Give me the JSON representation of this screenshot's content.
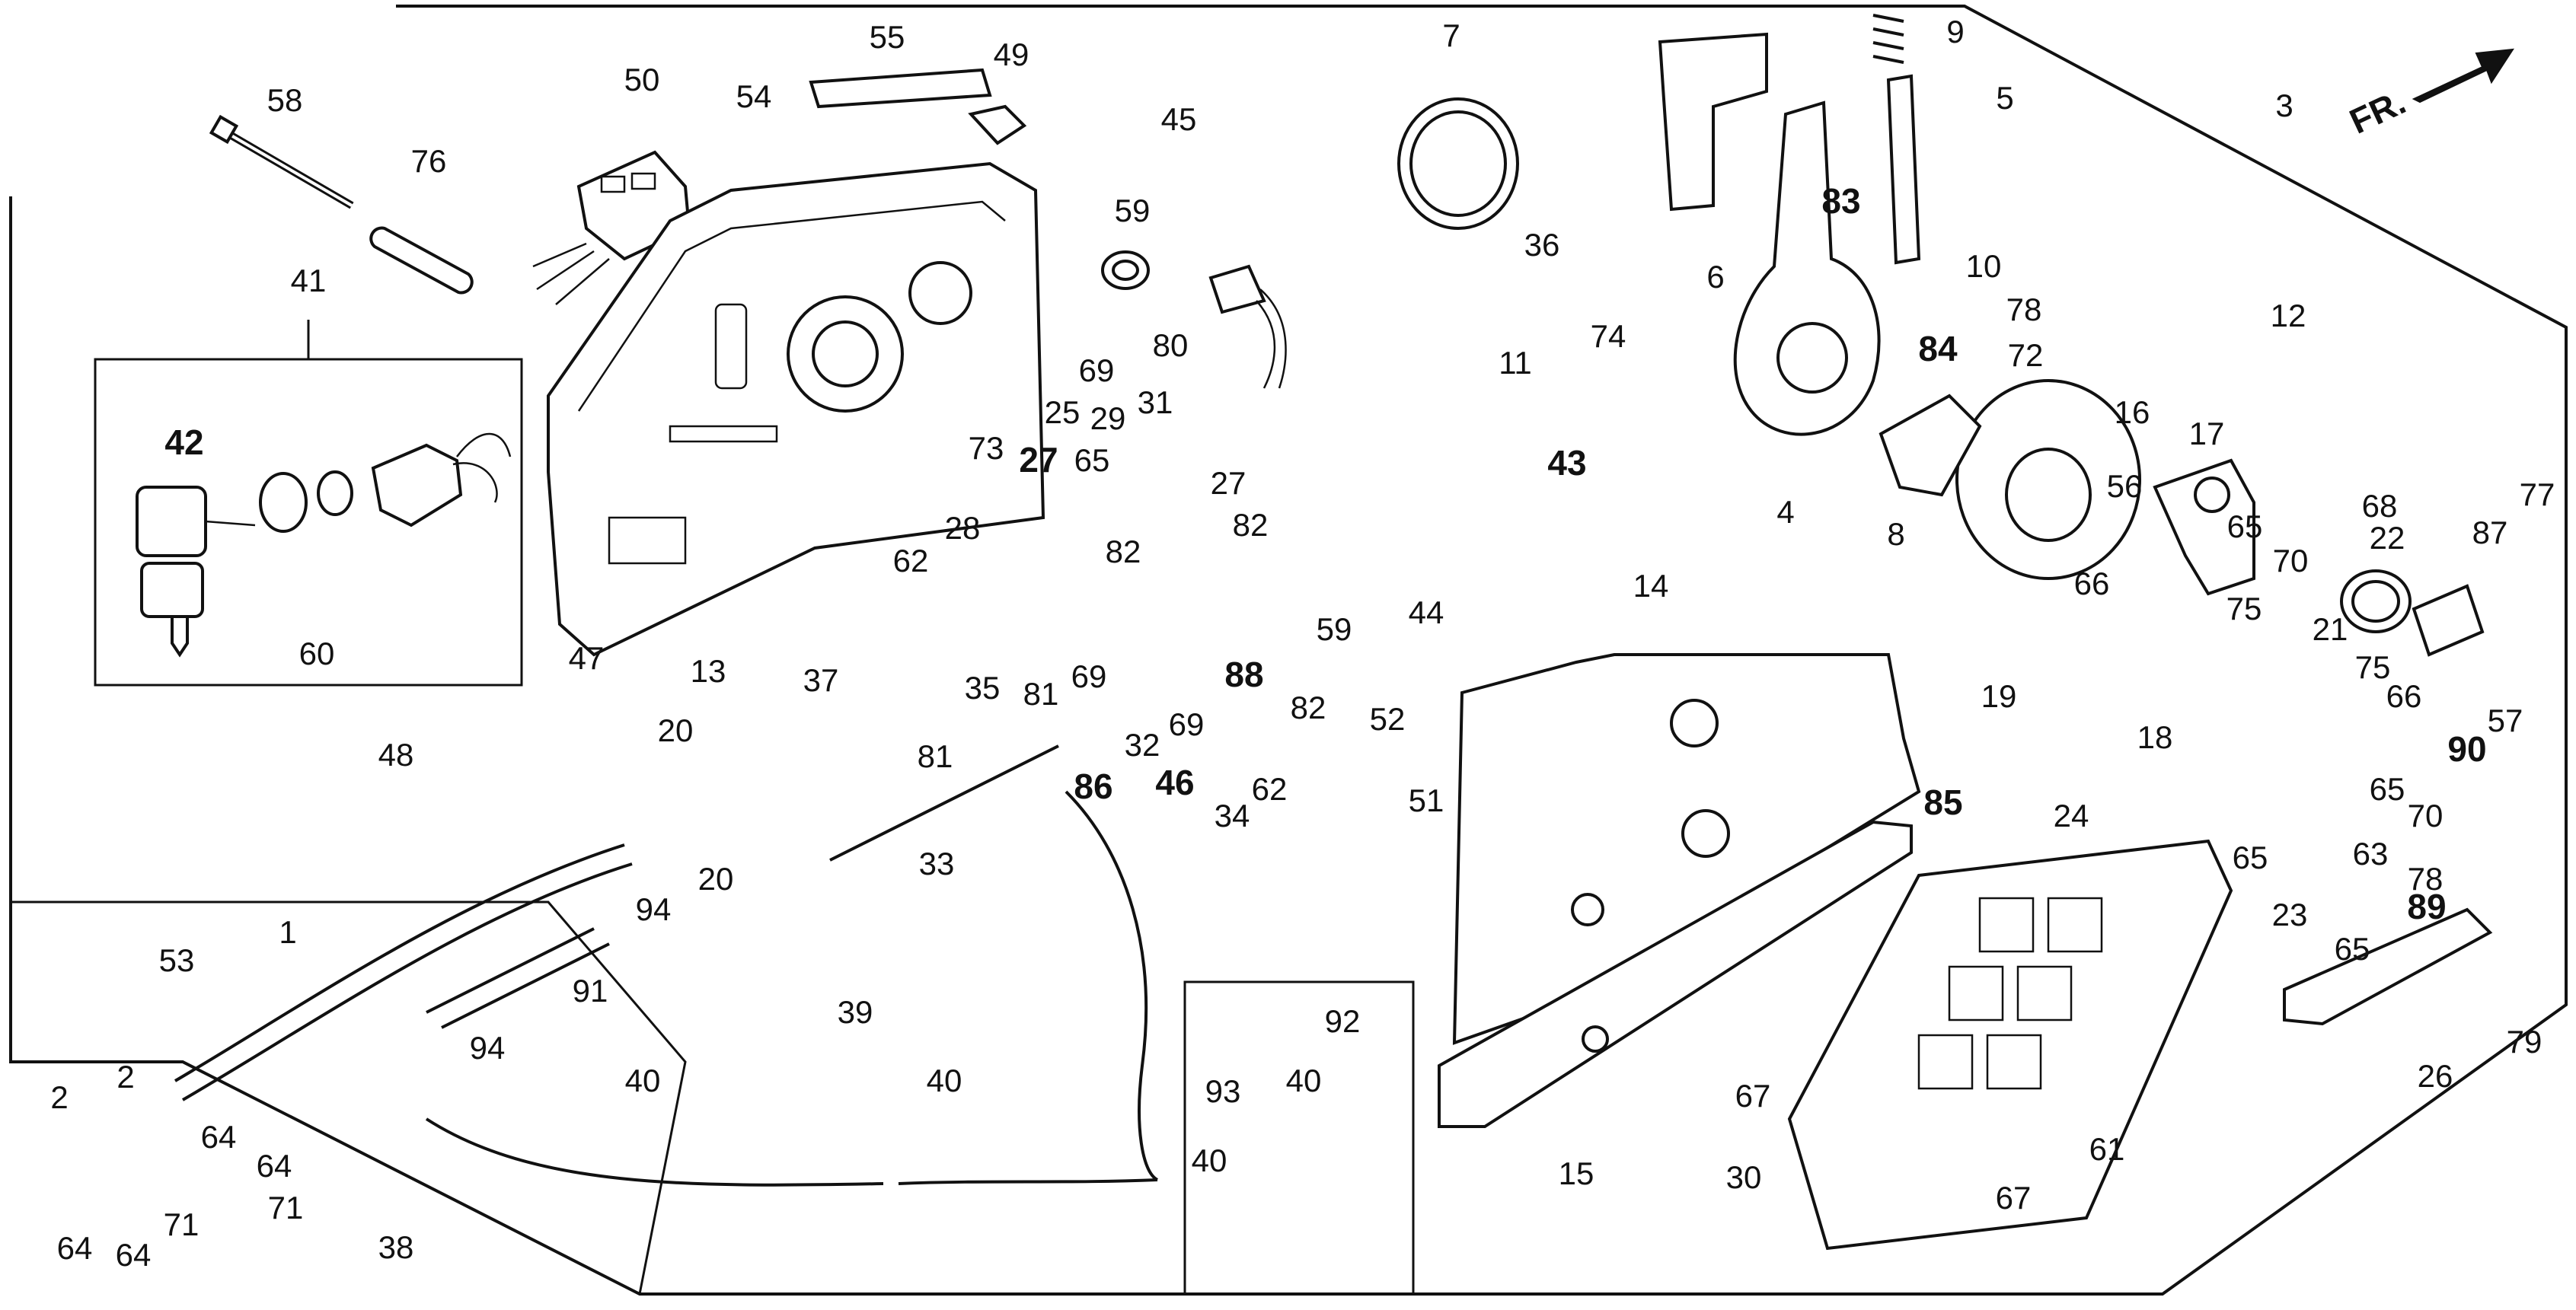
{
  "figure": {
    "type": "exploded-parts-diagram",
    "orientation_label": "FR."
  },
  "callouts": [
    {
      "id": "c1",
      "text": "1"
    },
    {
      "id": "c2a",
      "text": "2"
    },
    {
      "id": "c2b",
      "text": "2"
    },
    {
      "id": "c3",
      "text": "3"
    },
    {
      "id": "c4",
      "text": "4"
    },
    {
      "id": "c5",
      "text": "5"
    },
    {
      "id": "c6",
      "text": "6"
    },
    {
      "id": "c7",
      "text": "7"
    },
    {
      "id": "c8",
      "text": "8"
    },
    {
      "id": "c9",
      "text": "9"
    },
    {
      "id": "c10",
      "text": "10"
    },
    {
      "id": "c11",
      "text": "11"
    },
    {
      "id": "c12",
      "text": "12"
    },
    {
      "id": "c13",
      "text": "13"
    },
    {
      "id": "c14",
      "text": "14"
    },
    {
      "id": "c15",
      "text": "15"
    },
    {
      "id": "c16",
      "text": "16"
    },
    {
      "id": "c17",
      "text": "17"
    },
    {
      "id": "c18",
      "text": "18"
    },
    {
      "id": "c19",
      "text": "19"
    },
    {
      "id": "c20a",
      "text": "20"
    },
    {
      "id": "c20b",
      "text": "20"
    },
    {
      "id": "c21",
      "text": "21"
    },
    {
      "id": "c22",
      "text": "22"
    },
    {
      "id": "c23",
      "text": "23"
    },
    {
      "id": "c24",
      "text": "24"
    },
    {
      "id": "c25",
      "text": "25"
    },
    {
      "id": "c26",
      "text": "26"
    },
    {
      "id": "c27a",
      "text": "27"
    },
    {
      "id": "c27b",
      "text": "27"
    },
    {
      "id": "c28",
      "text": "28"
    },
    {
      "id": "c29",
      "text": "29"
    },
    {
      "id": "c30",
      "text": "30"
    },
    {
      "id": "c31",
      "text": "31"
    },
    {
      "id": "c32",
      "text": "32"
    },
    {
      "id": "c33",
      "text": "33"
    },
    {
      "id": "c34",
      "text": "34"
    },
    {
      "id": "c35",
      "text": "35"
    },
    {
      "id": "c36",
      "text": "36"
    },
    {
      "id": "c37",
      "text": "37"
    },
    {
      "id": "c38",
      "text": "38"
    },
    {
      "id": "c39",
      "text": "39"
    },
    {
      "id": "c40a",
      "text": "40"
    },
    {
      "id": "c40b",
      "text": "40"
    },
    {
      "id": "c40c",
      "text": "40"
    },
    {
      "id": "c40d",
      "text": "40"
    },
    {
      "id": "c41",
      "text": "41"
    },
    {
      "id": "c42",
      "text": "42"
    },
    {
      "id": "c43",
      "text": "43"
    },
    {
      "id": "c44",
      "text": "44"
    },
    {
      "id": "c45",
      "text": "45"
    },
    {
      "id": "c46",
      "text": "46"
    },
    {
      "id": "c47",
      "text": "47"
    },
    {
      "id": "c48",
      "text": "48"
    },
    {
      "id": "c49",
      "text": "49"
    },
    {
      "id": "c50",
      "text": "50"
    },
    {
      "id": "c51",
      "text": "51"
    },
    {
      "id": "c52",
      "text": "52"
    },
    {
      "id": "c53",
      "text": "53"
    },
    {
      "id": "c54",
      "text": "54"
    },
    {
      "id": "c55",
      "text": "55"
    },
    {
      "id": "c56",
      "text": "56"
    },
    {
      "id": "c57",
      "text": "57"
    },
    {
      "id": "c58",
      "text": "58"
    },
    {
      "id": "c59a",
      "text": "59"
    },
    {
      "id": "c59b",
      "text": "59"
    },
    {
      "id": "c60",
      "text": "60"
    },
    {
      "id": "c61",
      "text": "61"
    },
    {
      "id": "c62a",
      "text": "62"
    },
    {
      "id": "c62b",
      "text": "62"
    },
    {
      "id": "c63",
      "text": "63"
    },
    {
      "id": "c64a",
      "text": "64"
    },
    {
      "id": "c64b",
      "text": "64"
    },
    {
      "id": "c64c",
      "text": "64"
    },
    {
      "id": "c64d",
      "text": "64"
    },
    {
      "id": "c65a",
      "text": "65"
    },
    {
      "id": "c65b",
      "text": "65"
    },
    {
      "id": "c65c",
      "text": "65"
    },
    {
      "id": "c65d",
      "text": "65"
    },
    {
      "id": "c65e",
      "text": "65"
    },
    {
      "id": "c66a",
      "text": "66"
    },
    {
      "id": "c66b",
      "text": "66"
    },
    {
      "id": "c67a",
      "text": "67"
    },
    {
      "id": "c67b",
      "text": "67"
    },
    {
      "id": "c68",
      "text": "68"
    },
    {
      "id": "c69a",
      "text": "69"
    },
    {
      "id": "c69b",
      "text": "69"
    },
    {
      "id": "c69c",
      "text": "69"
    },
    {
      "id": "c70a",
      "text": "70"
    },
    {
      "id": "c70b",
      "text": "70"
    },
    {
      "id": "c71a",
      "text": "71"
    },
    {
      "id": "c71b",
      "text": "71"
    },
    {
      "id": "c72",
      "text": "72"
    },
    {
      "id": "c73",
      "text": "73"
    },
    {
      "id": "c74",
      "text": "74"
    },
    {
      "id": "c75a",
      "text": "75"
    },
    {
      "id": "c75b",
      "text": "75"
    },
    {
      "id": "c76",
      "text": "76"
    },
    {
      "id": "c77",
      "text": "77"
    },
    {
      "id": "c78a",
      "text": "78"
    },
    {
      "id": "c78b",
      "text": "78"
    },
    {
      "id": "c79",
      "text": "79"
    },
    {
      "id": "c80",
      "text": "80"
    },
    {
      "id": "c81a",
      "text": "81"
    },
    {
      "id": "c81b",
      "text": "81"
    },
    {
      "id": "c82a",
      "text": "82"
    },
    {
      "id": "c82b",
      "text": "82"
    },
    {
      "id": "c82c",
      "text": "82"
    },
    {
      "id": "c83",
      "text": "83"
    },
    {
      "id": "c84",
      "text": "84"
    },
    {
      "id": "c85",
      "text": "85"
    },
    {
      "id": "c86",
      "text": "86"
    },
    {
      "id": "c87",
      "text": "87"
    },
    {
      "id": "c88",
      "text": "88"
    },
    {
      "id": "c89",
      "text": "89"
    },
    {
      "id": "c90",
      "text": "90"
    },
    {
      "id": "c91",
      "text": "91"
    },
    {
      "id": "c92",
      "text": "92"
    },
    {
      "id": "c93",
      "text": "93"
    },
    {
      "id": "c94a",
      "text": "94"
    },
    {
      "id": "c94b",
      "text": "94"
    }
  ]
}
